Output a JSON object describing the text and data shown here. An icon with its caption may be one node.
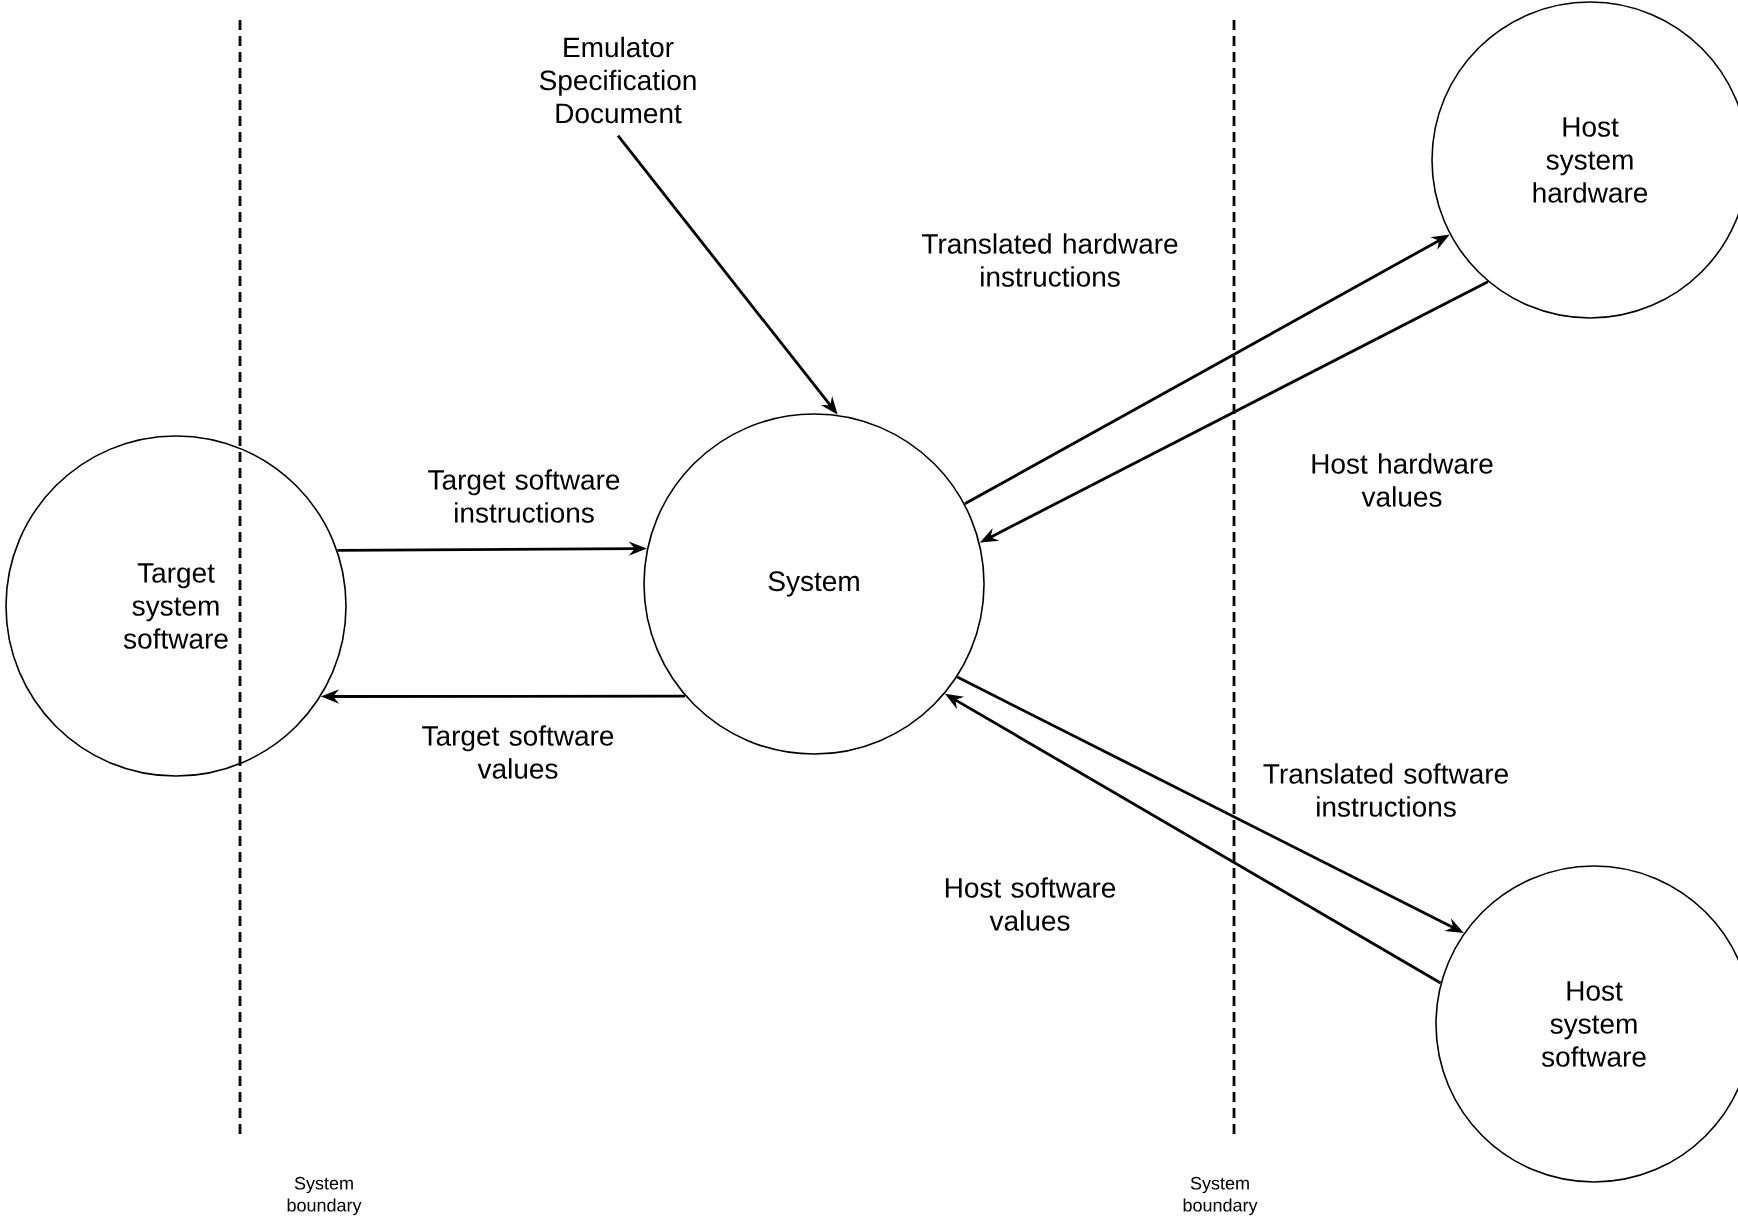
{
  "diagram": {
    "nodes": [
      {
        "text": [
          "Target system software"
        ]
      },
      {
        "text": [
          "System"
        ]
      },
      {
        "text": [
          "Emulator Specification Document"
        ]
      },
      {
        "text": [
          "Host system hardware"
        ]
      },
      {
        "text": [
          "Host system software"
        ]
      }
    ],
    "edges": [
      {
        "from": 0,
        "to": 1,
        "arrow": "to",
        "label": "Target software instructions"
      },
      {
        "from": 1,
        "to": 0,
        "arrow": "to",
        "label": "Target software values"
      },
      {
        "from": 2,
        "to": 1,
        "arrow": "to"
      },
      {
        "from": 1,
        "to": 3,
        "arrow": "to",
        "label": "Translated hardware instructions"
      },
      {
        "from": 3,
        "to": 1,
        "arrow": "to",
        "label": "Host hardware values"
      },
      {
        "from": 1,
        "to": 4,
        "arrow": "to",
        "label": "Translated software instructions"
      },
      {
        "from": 4,
        "to": 1,
        "arrow": "to",
        "label": "Host software values"
      }
    ],
    "labels": [
      "System boundary",
      "System boundary"
    ]
  }
}
